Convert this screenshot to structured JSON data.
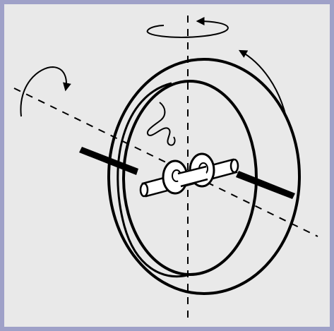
{
  "figure": {
    "subject": "gyroscope-diagram",
    "colors": {
      "frame": "#9fa1c8",
      "background": "#e9e9e9",
      "ink": "#000000",
      "fill": "#ffffff"
    },
    "icons": [
      "vertical-axis-rotation-arrow",
      "tilt-axis-rotation-arrow",
      "rim-rotation-arrow",
      "squiggle-mark"
    ]
  }
}
